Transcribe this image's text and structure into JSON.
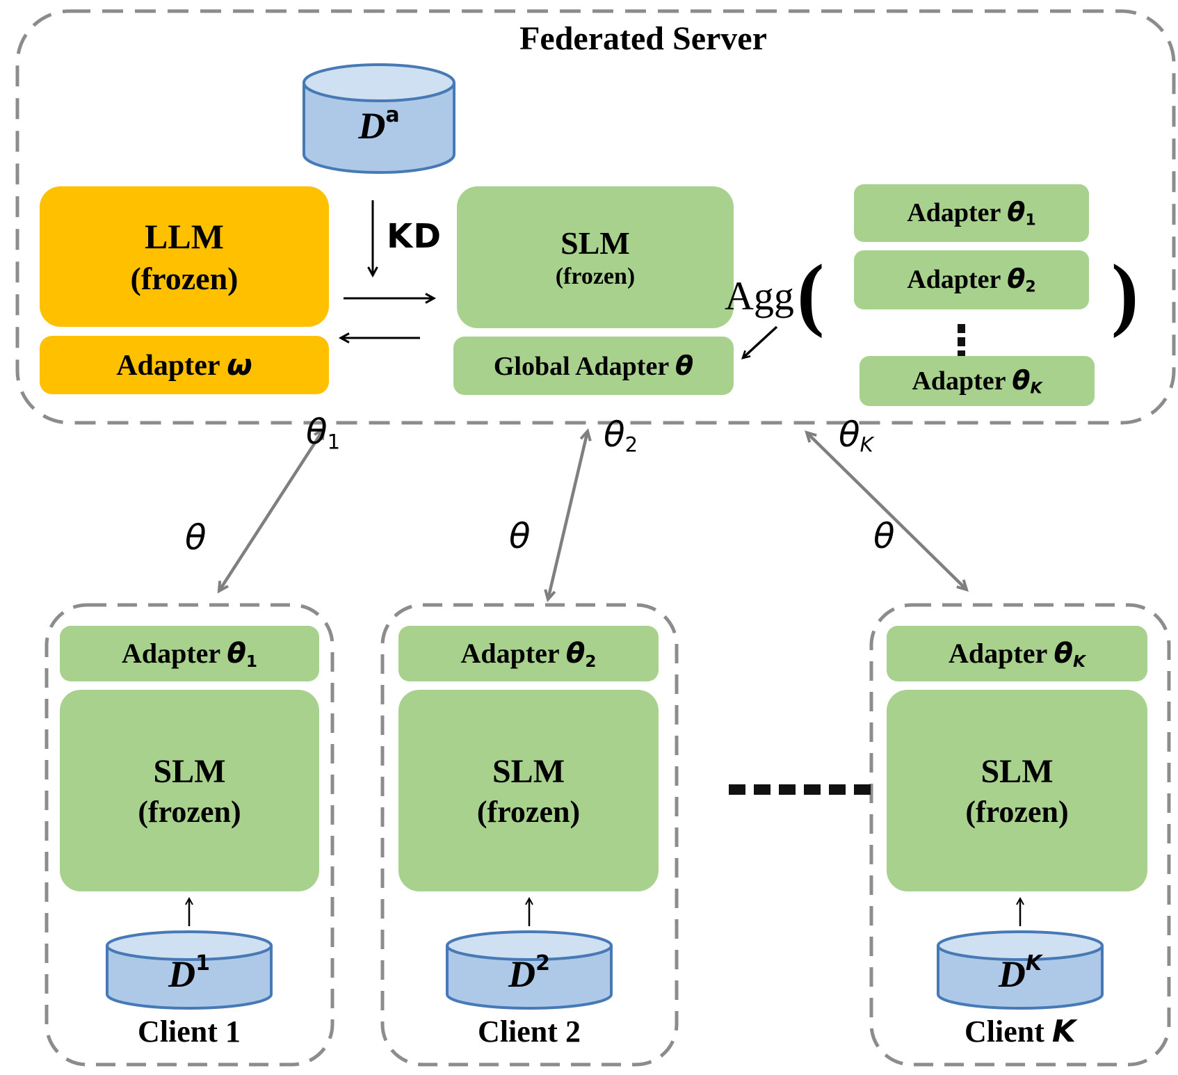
{
  "server": {
    "title": "Federated Server",
    "dataset_sym": "D",
    "dataset_sup": "a",
    "llm_line1": "LLM",
    "llm_line2": "(frozen)",
    "llm_adapter_word": "Adapter ",
    "llm_adapter_sym": "ω",
    "kd_label": "KD",
    "slm_line1": "SLM",
    "slm_line2": "(frozen)",
    "global_adapter_word": "Global Adapter ",
    "global_adapter_sym": "θ",
    "agg_label": "Agg",
    "paren_open": "(",
    "paren_close": ")",
    "stack": [
      {
        "word": "Adapter ",
        "sym": "θ",
        "sub": "1"
      },
      {
        "word": "Adapter ",
        "sym": "θ",
        "sub": "2"
      },
      {
        "word": "Adapter ",
        "sym": "θ",
        "sub": "K"
      }
    ],
    "stack_dots": "⋮"
  },
  "links": [
    {
      "server_sym": "θ",
      "server_sub": "1",
      "client_sym": "θ"
    },
    {
      "server_sym": "θ",
      "server_sub": "2",
      "client_sym": "θ"
    },
    {
      "server_sym": "θ",
      "server_sub": "K",
      "client_sym": "θ"
    }
  ],
  "clients_dots": "......",
  "clients": [
    {
      "adapter_word": "Adapter ",
      "adapter_sym": "θ",
      "adapter_sub": "1",
      "slm_line1": "SLM",
      "slm_line2": "(frozen)",
      "dataset_sym": "D",
      "dataset_sup": "1",
      "name_word": "Client ",
      "name_suffix": "1"
    },
    {
      "adapter_word": "Adapter ",
      "adapter_sym": "θ",
      "adapter_sub": "2",
      "slm_line1": "SLM",
      "slm_line2": "(frozen)",
      "dataset_sym": "D",
      "dataset_sup": "2",
      "name_word": "Client ",
      "name_suffix": "2"
    },
    {
      "adapter_word": "Adapter ",
      "adapter_sym": "θ",
      "adapter_sub": "K",
      "slm_line1": "SLM",
      "slm_line2": "(frozen)",
      "dataset_sym": "D",
      "dataset_sup": "K",
      "name_word": "Client ",
      "name_suffix": "K"
    }
  ],
  "colors": {
    "orange": "#FFC000",
    "green": "#A9D18E",
    "cylinder_body": "#AEC9E8",
    "cylinder_top": "#CFE0F2",
    "cylinder_stroke": "#4779B5",
    "dash_gray": "#8C8C8C",
    "arrow_gray": "#7F7F7F",
    "black": "#000000"
  }
}
